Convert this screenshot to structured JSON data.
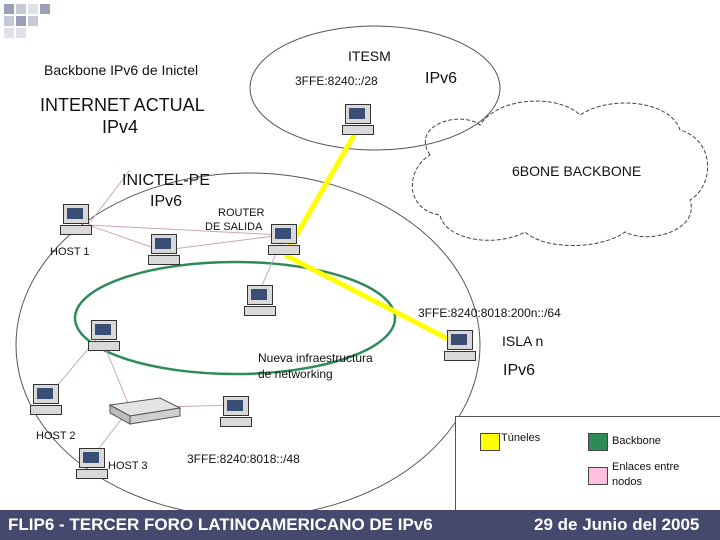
{
  "title": "Backbone IPv6 de Inictel",
  "itesm": {
    "name": "ITESM",
    "prefix": "3FFE:8240::/28",
    "proto": "IPv6"
  },
  "internet": {
    "line1": "INTERNET ACTUAL",
    "line2": "IPv4"
  },
  "sixbone": "6BONE BACKBONE",
  "inictel": {
    "line1": "INICTEL-PE",
    "line2": "IPv6"
  },
  "router": {
    "line1": "ROUTER",
    "line2": "DE SALIDA"
  },
  "hosts": {
    "h1": "HOST 1",
    "h2": "HOST 2",
    "h3": "HOST 3"
  },
  "isla": {
    "prefix": "3FFE:8240:8018:200n::/64",
    "name": "ISLA n",
    "proto": "IPv6"
  },
  "infra": {
    "line1": "Nueva infraestructura",
    "line2": "de networking"
  },
  "inictel_prefix": "3FFE:8240:8018::/48",
  "legend": {
    "tuneles": "Túneles",
    "backbone": "Backbone",
    "enlaces_line1": "Enlaces entre",
    "enlaces_line2": "nodos"
  },
  "colors": {
    "tunnel": "#ffff00",
    "backbone": "#2e8b57",
    "enlaces": "#ffc0e0",
    "footer_bg": "#45496e",
    "corner_squares": "#9aa0b8"
  },
  "footer": {
    "left": "FLIP6 - TERCER FORO LATINOAMERICANO DE IPv6",
    "right": "29 de Junio del 2005"
  }
}
